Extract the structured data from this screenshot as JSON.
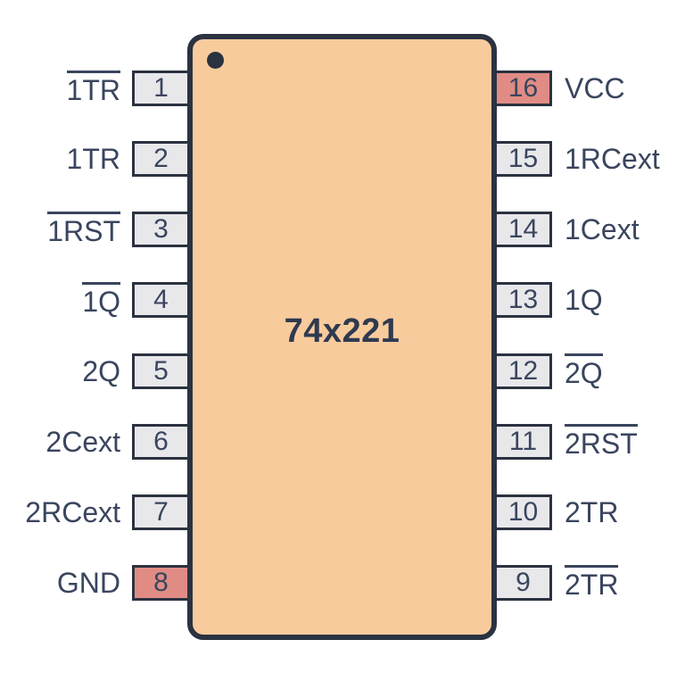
{
  "chip": {
    "title": "74x221",
    "package_pin_count": 16
  },
  "colors": {
    "outline": "#2b3240",
    "chip_body": "#f8cb9c",
    "pin_fill": "#e8e8eb",
    "pin_power_fill": "#e08c85",
    "text": "#3a455e",
    "title_text": "#2e3a50",
    "background": "#ffffff"
  },
  "left_pins": [
    {
      "num": "1",
      "label": "1TR",
      "overline": true,
      "power": false
    },
    {
      "num": "2",
      "label": "1TR",
      "overline": false,
      "power": false
    },
    {
      "num": "3",
      "label": "1RST",
      "overline": true,
      "power": false
    },
    {
      "num": "4",
      "label": "1Q",
      "overline": true,
      "power": false
    },
    {
      "num": "5",
      "label": "2Q",
      "overline": false,
      "power": false
    },
    {
      "num": "6",
      "label": "2Cext",
      "overline": false,
      "power": false
    },
    {
      "num": "7",
      "label": "2RCext",
      "overline": false,
      "power": false
    },
    {
      "num": "8",
      "label": "GND",
      "overline": false,
      "power": true
    }
  ],
  "right_pins": [
    {
      "num": "16",
      "label": "VCC",
      "overline": false,
      "power": true
    },
    {
      "num": "15",
      "label": "1RCext",
      "overline": false,
      "power": false
    },
    {
      "num": "14",
      "label": "1Cext",
      "overline": false,
      "power": false
    },
    {
      "num": "13",
      "label": "1Q",
      "overline": false,
      "power": false
    },
    {
      "num": "12",
      "label": "2Q",
      "overline": true,
      "power": false
    },
    {
      "num": "11",
      "label": "2RST",
      "overline": true,
      "power": false
    },
    {
      "num": "10",
      "label": "2TR",
      "overline": false,
      "power": false
    },
    {
      "num": "9",
      "label": "2TR",
      "overline": true,
      "power": false
    }
  ]
}
